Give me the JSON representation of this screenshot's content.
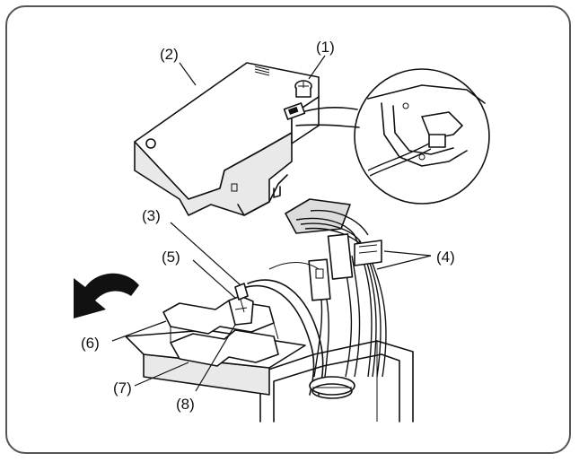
{
  "callouts": {
    "c1": "(1)",
    "c2": "(2)",
    "c3": "(3)",
    "c4": "(4)",
    "c5": "(5)",
    "c6": "(6)",
    "c7": "(7)",
    "c8": "(8)"
  },
  "colors": {
    "line": "#111111",
    "frame": "#555555",
    "shade": "#e9e9e9",
    "background": "#ffffff"
  },
  "icons": {
    "rotation": "curved-arrow-icon"
  }
}
